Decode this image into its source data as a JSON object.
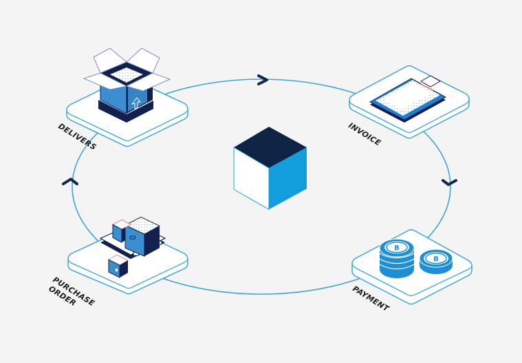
{
  "diagram": {
    "type": "cycle",
    "colors": {
      "background": "#f4f4f4",
      "ring": "#3aa6dc",
      "arrow": "#0f2a4a",
      "navy": "#12204f",
      "mid_blue": "#3b8fd0",
      "light_blue": "#1da1e0",
      "white": "#ffffff",
      "accent_pink": "#e98d80"
    },
    "center": {
      "icon": "cube-icon"
    },
    "flow_direction": "clockwise",
    "stages": [
      {
        "id": "delivers",
        "label": "DELIVERS",
        "icon": "open-box-icon"
      },
      {
        "id": "invoice",
        "label": "INVOICE",
        "icon": "clipboard-icon"
      },
      {
        "id": "payment",
        "label": "PAYMENT",
        "icon": "coins-icon"
      },
      {
        "id": "purchase-order",
        "label_lines": [
          "PURCHASE",
          "ORDER"
        ],
        "icon": "pallet-boxes-icon"
      }
    ]
  }
}
